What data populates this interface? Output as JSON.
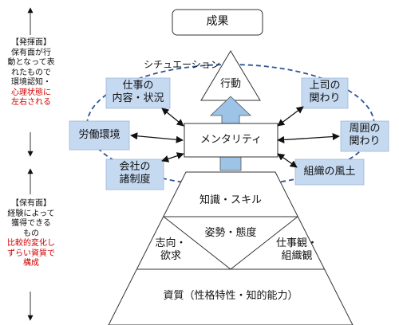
{
  "result_label": "成果",
  "situation_label": "シチュエーション",
  "action_label": "行動",
  "mentality_label": "メンタリティ",
  "environment_factors": {
    "work_content": [
      "仕事の",
      "内容・状況"
    ],
    "labor_environment": "労働環境",
    "company_systems": [
      "会社の",
      "諸制度"
    ],
    "boss_relation": [
      "上司の",
      "関わり"
    ],
    "surrounding_relation": [
      "周囲の",
      "関わり"
    ],
    "org_culture": "組織の風土"
  },
  "pyramid": {
    "knowledge_skill": "知識・スキル",
    "attitude": "姿勢・態度",
    "orientation_desire": [
      "志向・",
      "欲求"
    ],
    "work_view": [
      "仕事観・",
      "組織観"
    ],
    "qualities": "資質（性格特性・知的能力）"
  },
  "left_annotations": {
    "expressed": {
      "header": "【発揮面】",
      "lines": [
        "保有面が行",
        "動となって表",
        "れたもので",
        "環境認知・"
      ],
      "red_lines": [
        "心理状態に",
        "左右される"
      ]
    },
    "held": {
      "header": "【保有面】",
      "lines": [
        "経験によって",
        "獲得できる",
        "もの"
      ],
      "red_lines": [
        "比較的変化し",
        "ずらい資質で",
        "構成"
      ]
    }
  },
  "colors": {
    "box_fill": "#c5d9f1",
    "arrow_fill": "#9dc3e6",
    "ellipse_stroke": "#2f5597",
    "red_text": "#d00000"
  }
}
